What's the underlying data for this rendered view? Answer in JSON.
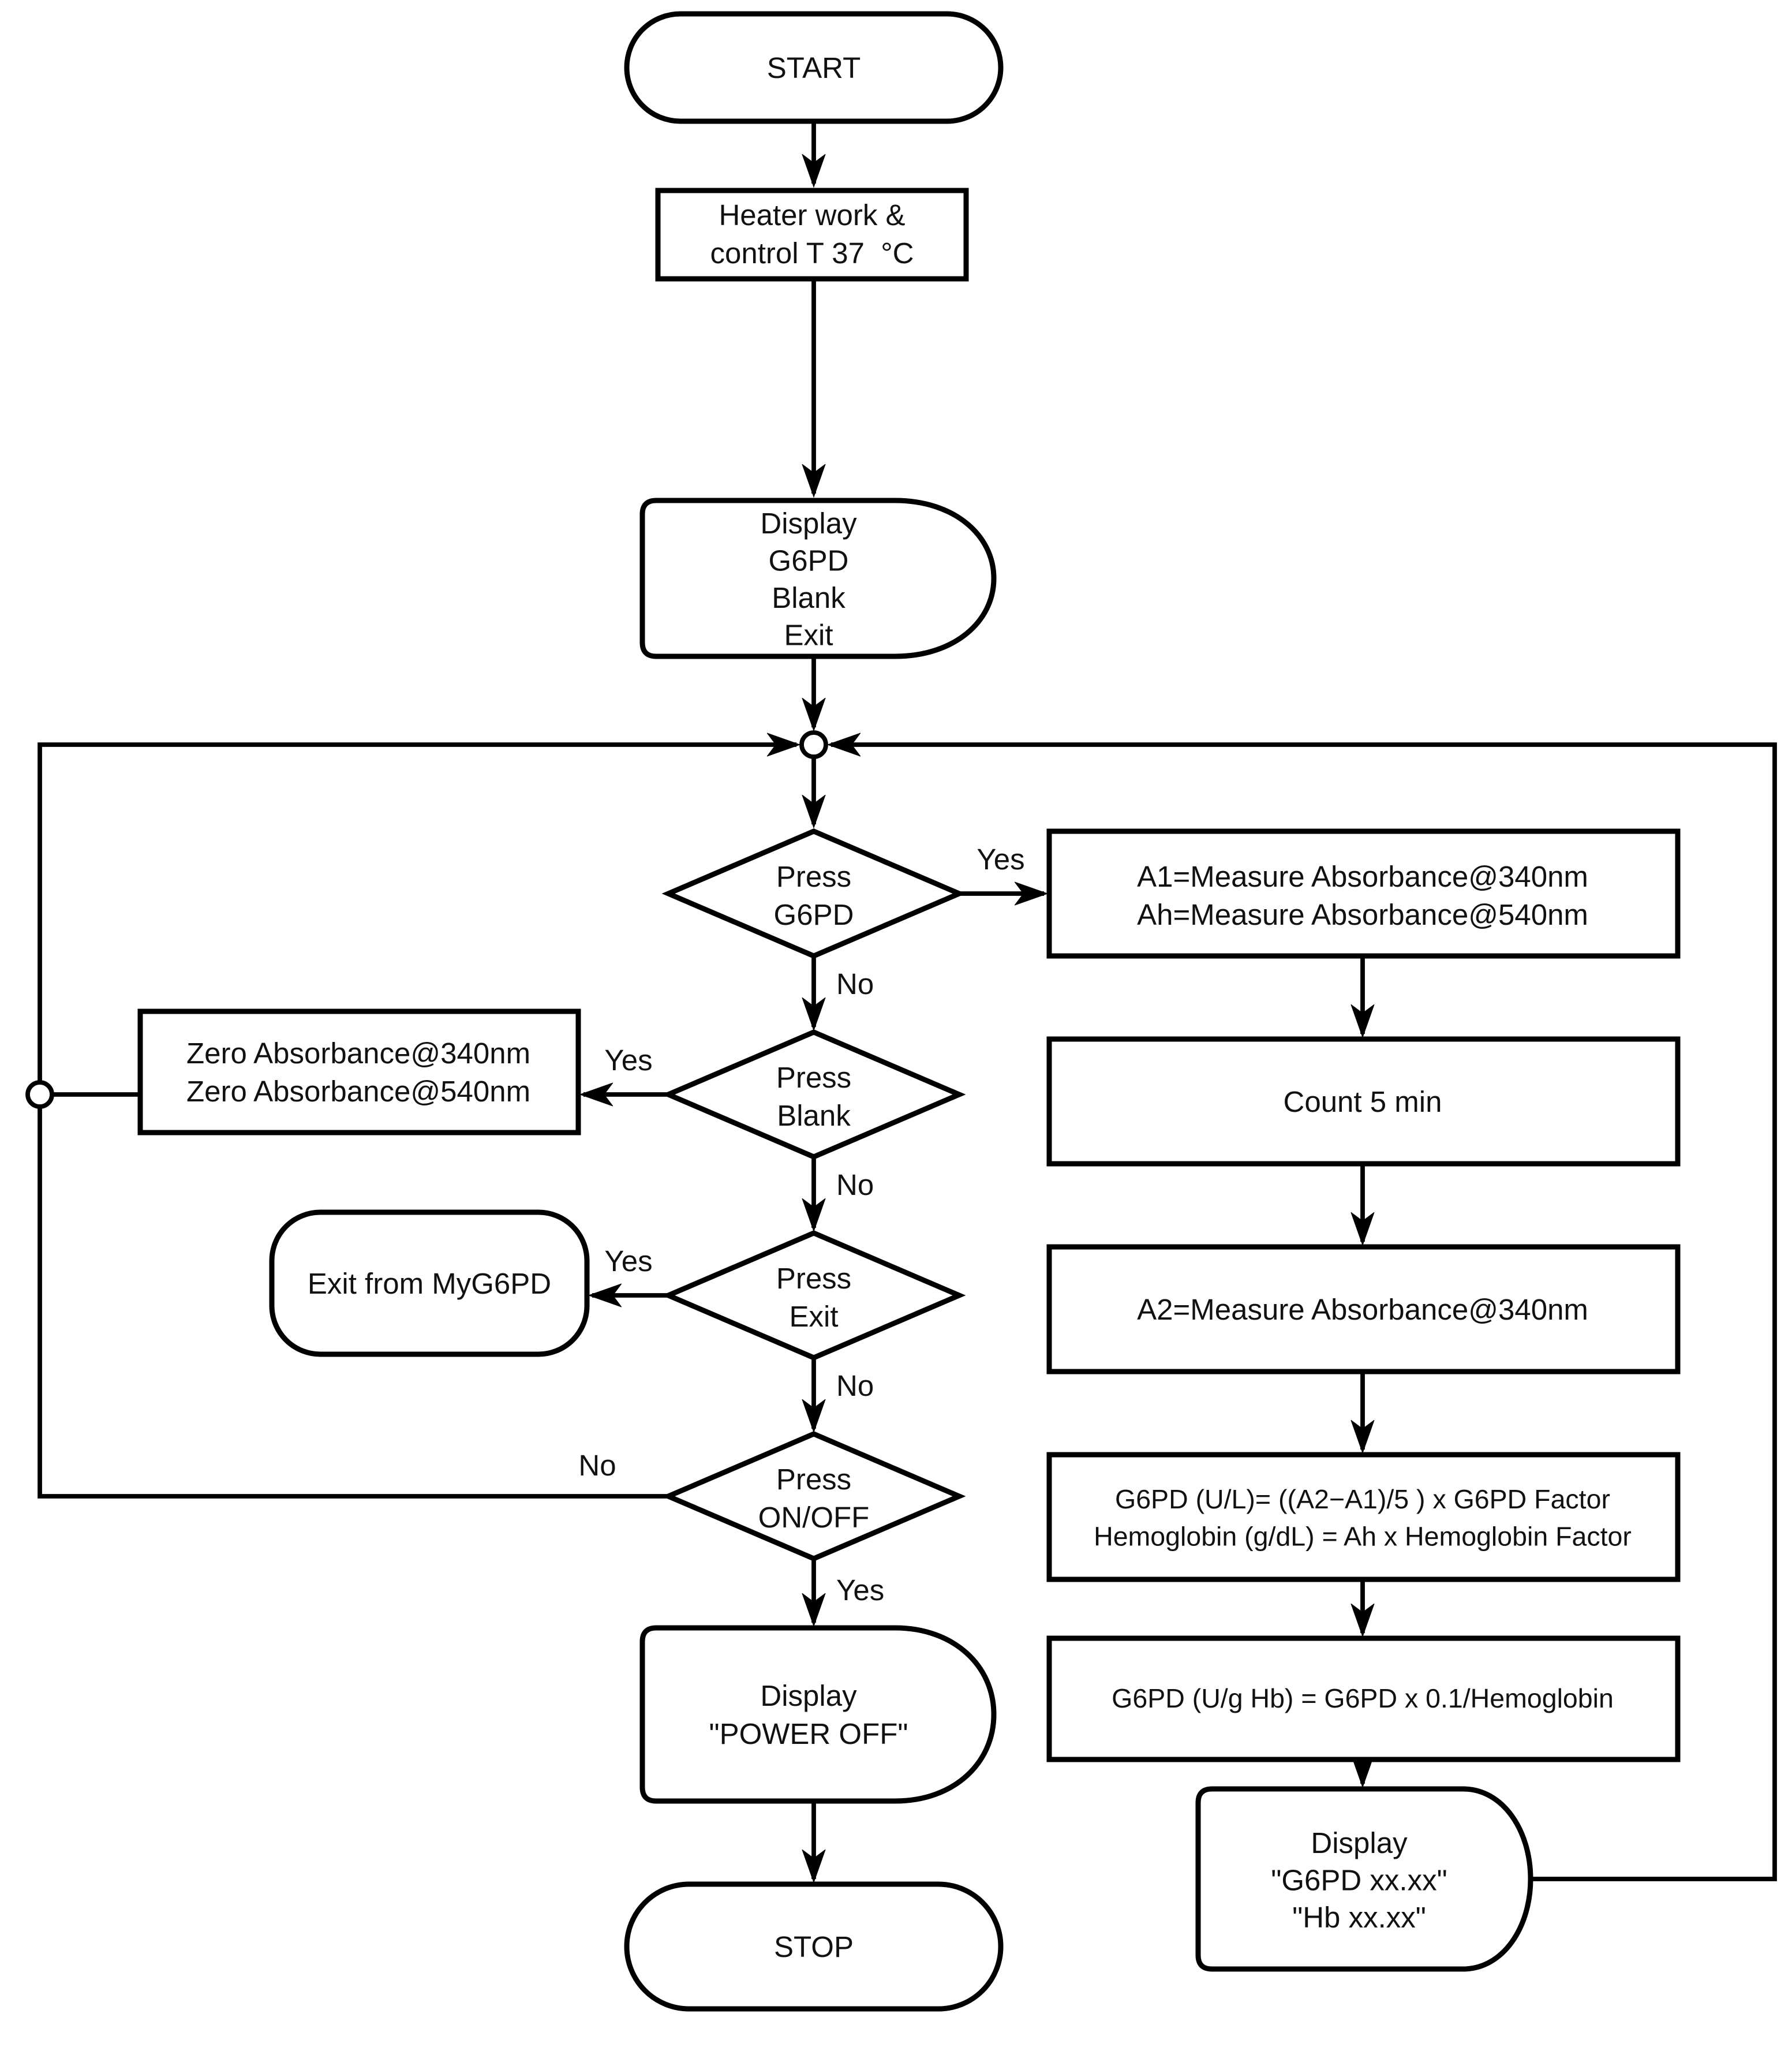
{
  "flowchart": {
    "colors": {
      "background": "#ffffff",
      "line": "#000000",
      "text": "#111111"
    },
    "labels": {
      "yes": "Yes",
      "no": "No"
    },
    "nodes": {
      "start": {
        "shape": "terminator",
        "lines": [
          "START"
        ]
      },
      "heater": {
        "shape": "process",
        "lines": [
          "Heater work &",
          "control T 37  °C"
        ]
      },
      "display_menu": {
        "shape": "display",
        "lines": [
          "Display",
          "G6PD",
          "Blank",
          "Exit"
        ]
      },
      "loop_junction": {
        "shape": "connector-circle",
        "lines": []
      },
      "press_g6pd": {
        "shape": "decision",
        "lines": [
          "Press",
          "G6PD"
        ]
      },
      "measure_a1": {
        "shape": "process",
        "lines": [
          "A1=Measure Absorbance@340nm",
          "Ah=Measure Absorbance@540nm"
        ]
      },
      "count_5min": {
        "shape": "process",
        "lines": [
          "Count 5 min"
        ]
      },
      "measure_a2": {
        "shape": "process",
        "lines": [
          "A2=Measure Absorbance@340nm"
        ]
      },
      "compute_factors": {
        "shape": "process",
        "lines": [
          "G6PD (U/L)= ((A2−A1)/5 ) x G6PD Factor",
          "Hemoglobin (g/dL) = Ah x Hemoglobin Factor"
        ]
      },
      "compute_g6pd_hb": {
        "shape": "process",
        "lines": [
          "G6PD (U/g Hb) = G6PD x 0.1/Hemoglobin"
        ]
      },
      "display_results": {
        "shape": "display",
        "lines": [
          "Display",
          "\"G6PD xx.xx\"",
          "\"Hb xx.xx\""
        ]
      },
      "press_blank": {
        "shape": "decision",
        "lines": [
          "Press",
          "Blank"
        ]
      },
      "zero_absorbance": {
        "shape": "process",
        "lines": [
          "Zero Absorbance@340nm",
          "Zero Absorbance@540nm"
        ]
      },
      "left_junction": {
        "shape": "connector-circle",
        "lines": []
      },
      "press_exit": {
        "shape": "decision",
        "lines": [
          "Press",
          "Exit"
        ]
      },
      "exit_myg6pd": {
        "shape": "terminator",
        "lines": [
          "Exit from MyG6PD"
        ]
      },
      "press_onoff": {
        "shape": "decision",
        "lines": [
          "Press",
          "ON/OFF"
        ]
      },
      "display_power_off": {
        "shape": "display",
        "lines": [
          "Display",
          "\"POWER OFF\""
        ]
      },
      "stop": {
        "shape": "terminator",
        "lines": [
          "STOP"
        ]
      }
    }
  }
}
